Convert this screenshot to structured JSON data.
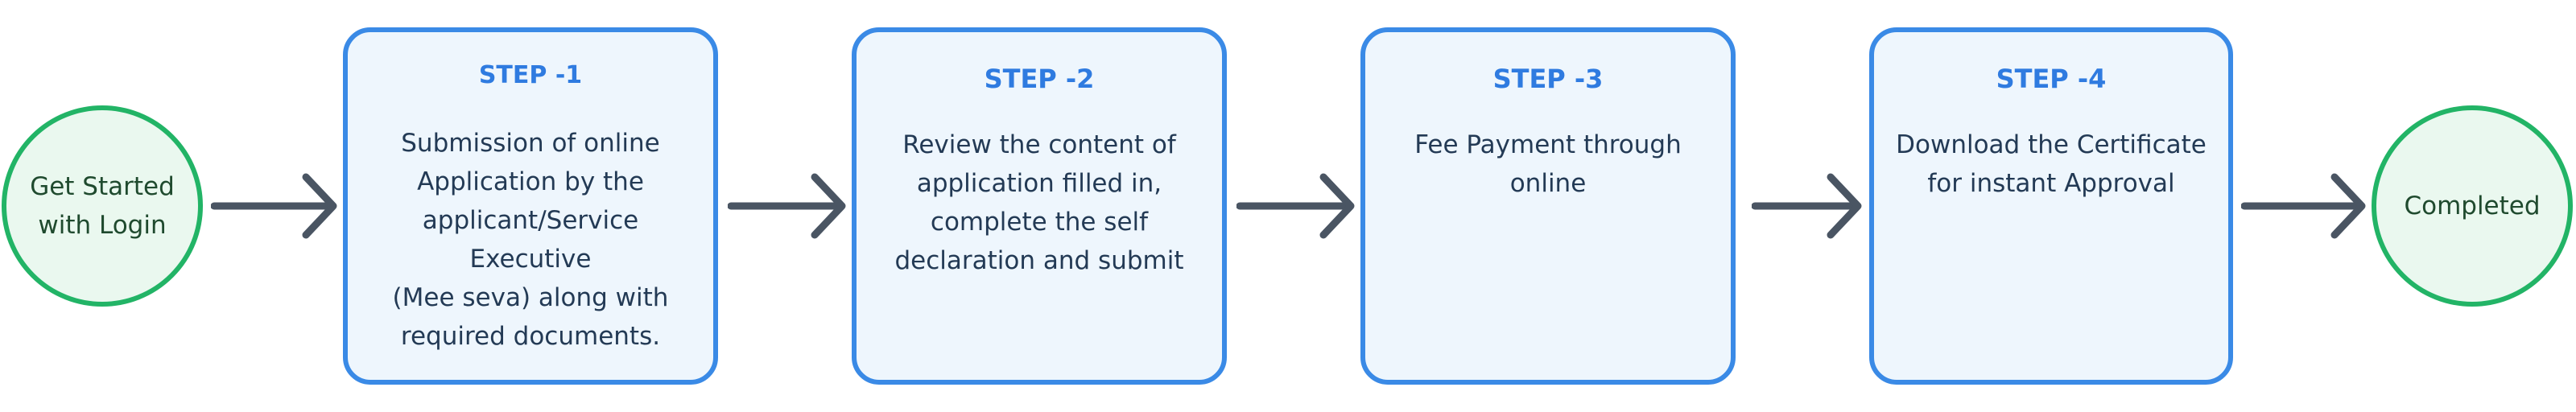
{
  "start": {
    "lines": [
      "Get Started",
      "with Login"
    ]
  },
  "steps": [
    {
      "title": "STEP -1",
      "lines": [
        "Submission of online",
        "Application by the",
        "applicant/Service",
        "Executive",
        "(Mee seva) along with",
        "required documents."
      ]
    },
    {
      "title": "STEP -2",
      "lines": [
        "Review the content of",
        "application filled in,",
        "complete the self",
        "declaration and submit"
      ]
    },
    {
      "title": "STEP -3",
      "lines": [
        "Fee Payment through",
        "online"
      ]
    },
    {
      "title": "STEP -4",
      "lines": [
        "Download the Certificate",
        "for instant Approval"
      ]
    }
  ],
  "end": {
    "label": "Completed"
  },
  "colors": {
    "circle_border": "#22b466",
    "circle_fill": "#eaf8ef",
    "box_border": "#3a8ae6",
    "box_fill": "#eef6fd",
    "step_title": "#2f7be0",
    "arrow": "#4a5563"
  }
}
